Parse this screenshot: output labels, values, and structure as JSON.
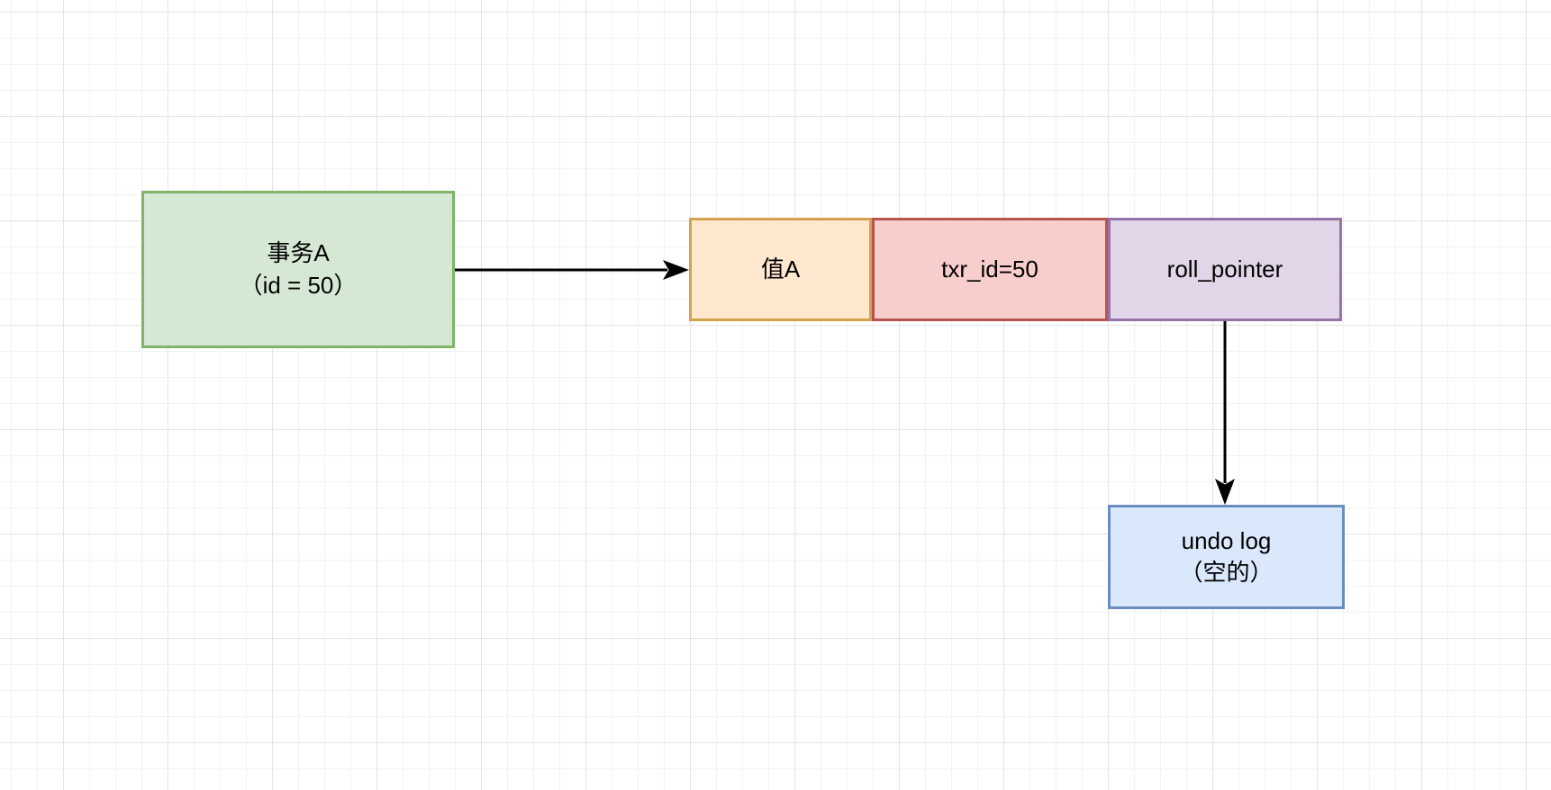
{
  "nodes": {
    "transaction": {
      "line1": "事务A",
      "line2": "（id = 50）",
      "fill": "#d5e8d4",
      "stroke": "#82b366"
    },
    "value_cell": {
      "label": "值A",
      "fill": "#ffe8cf",
      "stroke": "#d2a24c"
    },
    "txr_cell": {
      "label": "txr_id=50",
      "fill": "#f8cecc",
      "stroke": "#b85450"
    },
    "roll_pointer_cell": {
      "label": "roll_pointer",
      "fill": "#e1d5e7",
      "stroke": "#9673a6"
    },
    "undo_log": {
      "line1": "undo log",
      "line2": "（空的）",
      "fill": "#dae8fc",
      "stroke": "#6c8ebf"
    }
  },
  "edges": {
    "arrow_color": "#000000"
  }
}
